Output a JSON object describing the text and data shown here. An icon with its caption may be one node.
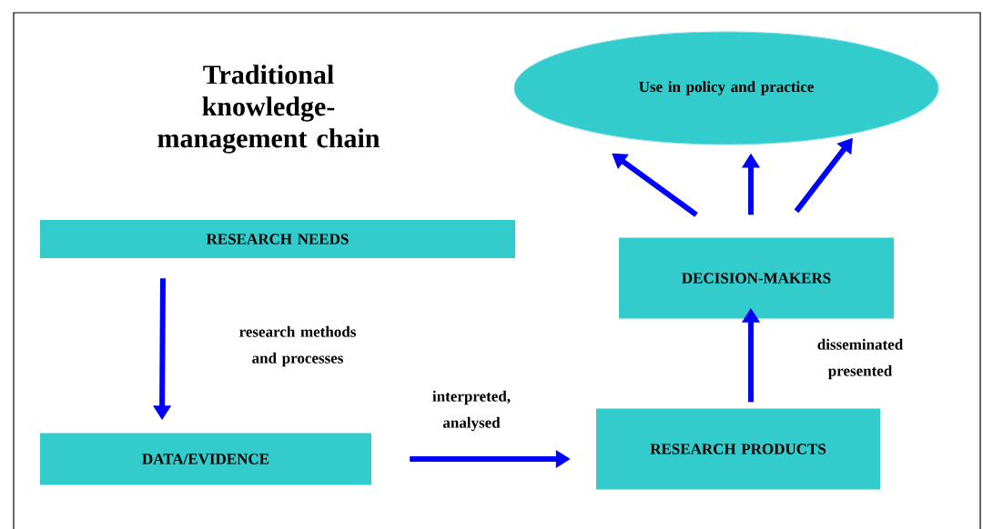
{
  "diagram": {
    "title": "Traditional knowledge-management chain",
    "nodes": [
      {
        "text": [
          "Use in policy and practice"
        ]
      },
      {
        "text": [
          "RESEARCH NEEDS"
        ]
      },
      {
        "text": [
          "DECISION-MAKERS"
        ]
      },
      {
        "text": [
          "DATA/EVIDENCE"
        ]
      },
      {
        "text": [
          "RESEARCH PRODUCTS"
        ]
      }
    ],
    "edges": [
      {
        "from": 1,
        "to": 3,
        "arrow": "to",
        "label": "research methods and processes"
      },
      {
        "from": 3,
        "to": 4,
        "arrow": "to",
        "label": "interpreted, analysed"
      },
      {
        "from": 4,
        "to": 2,
        "arrow": "to",
        "label": "disseminated presented"
      },
      {
        "from": 2,
        "to": 0,
        "arrow": "to"
      },
      {
        "from": 2,
        "to": 0,
        "arrow": "to"
      },
      {
        "from": 2,
        "to": 0,
        "arrow": "to"
      }
    ]
  }
}
